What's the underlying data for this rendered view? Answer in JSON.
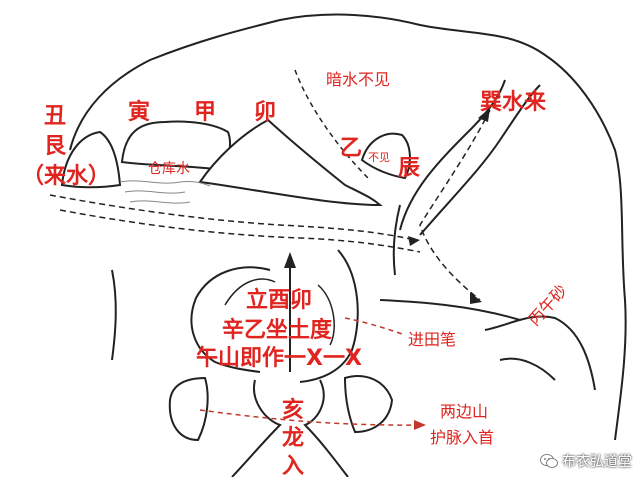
{
  "labels": {
    "chou": "丑",
    "gen": "艮",
    "lai_shui_left": "（来水）",
    "yin": "寅",
    "jia": "甲",
    "mao": "卯",
    "cang_ku_shui": "仓库水",
    "an_shui_bu_jian": "暗水不见",
    "yi": "乙",
    "bu_jian": "不见",
    "chen": "辰",
    "xun_shui_lai": "巽水来",
    "center_line1": "立酉卯",
    "center_line2": "辛乙坐土度",
    "center_line3": "午山即作一X一X",
    "jin_tian_bi": "进田笔",
    "bing_wu_sha": "丙午砂",
    "hai": "亥",
    "long": "龙",
    "ru": "入",
    "liang_bian_shan": "两边山",
    "hu_mai_ru_shou": "护脉入首"
  },
  "watermark": {
    "text": "布衣弘道堂",
    "icon": "wechat-icon"
  },
  "colors": {
    "label_red": "#e0241f",
    "sketch_ink": "#222222",
    "dashed_red": "#c0392b"
  }
}
